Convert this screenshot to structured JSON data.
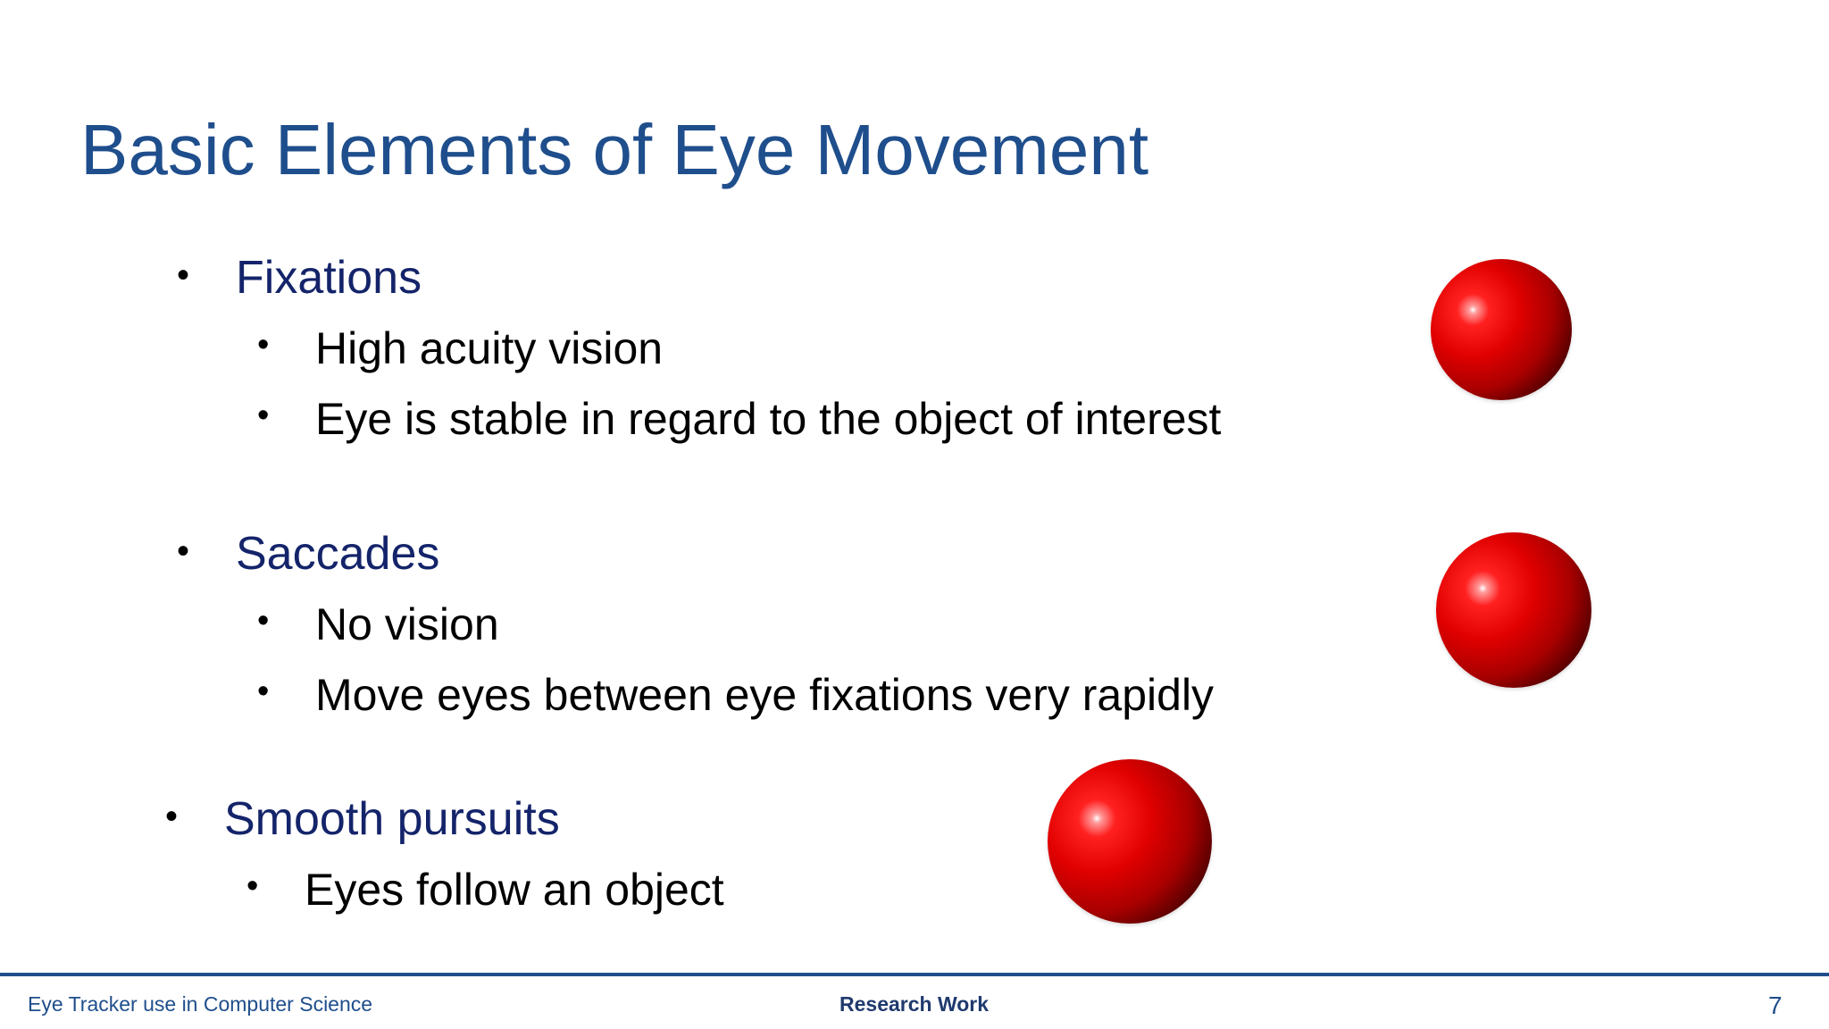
{
  "slide": {
    "title": "Basic Elements of Eye Movement",
    "sections": [
      {
        "heading": "Fixations",
        "items": [
          "High acuity vision",
          "Eye is stable in regard to the object of interest"
        ]
      },
      {
        "heading": "Saccades",
        "items": [
          "No vision",
          "Move eyes between eye fixations very rapidly"
        ]
      },
      {
        "heading": "Smooth pursuits",
        "items": [
          "Eyes follow an object"
        ]
      }
    ],
    "bullet_glyph": "•",
    "colors": {
      "title": "#1f4e8c",
      "heading": "#14246a",
      "body_text": "#000000",
      "sphere": "#e00000",
      "footer_rule": "#1f4e8c"
    }
  },
  "footer": {
    "left_text": "Eye Tracker use in Computer Science",
    "center_text": "Research Work",
    "page_number": "7"
  }
}
